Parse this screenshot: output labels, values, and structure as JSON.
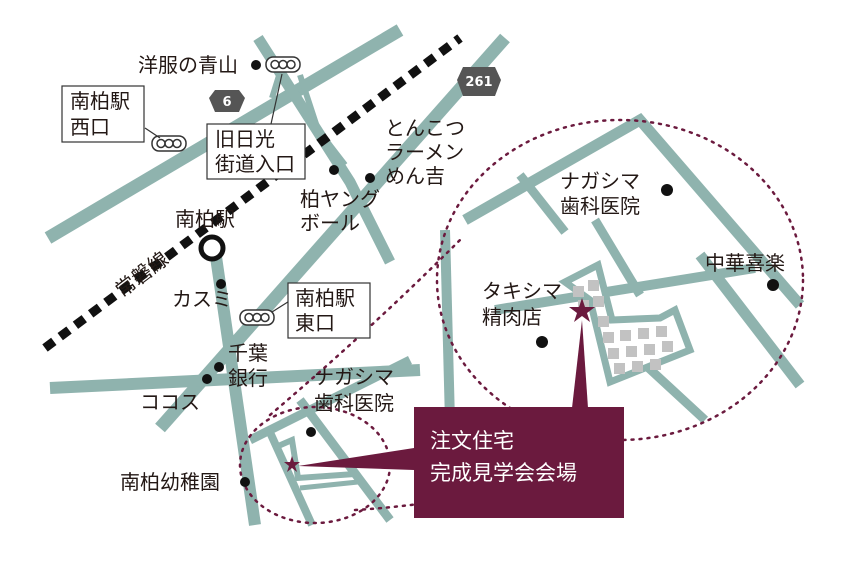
{
  "colors": {
    "road": "#8fb3ae",
    "rail": "#111111",
    "accent": "#6b1a3e",
    "building": "#c2c2c2",
    "label": "#231815"
  },
  "railway": {
    "name": "常磐線"
  },
  "station": {
    "name": "南柏駅"
  },
  "route_shields": {
    "r6": "6",
    "r261": "261"
  },
  "signals": {
    "west": {
      "line1": "南柏駅",
      "line2": "西口"
    },
    "kyunikko": {
      "line1": "旧日光",
      "line2": "街道入口"
    },
    "east": {
      "line1": "南柏駅",
      "line2": "東口"
    }
  },
  "landmarks": {
    "yofuku": "洋服の青山",
    "tonkotsu": {
      "line1": "とんこつ",
      "line2": "ラーメン",
      "line3": "めん吉"
    },
    "kashiwa_young": {
      "line1": "柏ヤング",
      "line2": "ボール"
    },
    "nagashima_upper": {
      "line1": "ナガシマ",
      "line2": "歯科医院"
    },
    "chukakiraku": "中華喜楽",
    "takishima": {
      "line1": "タキシマ",
      "line2": "精肉店"
    },
    "kasumi": "カスミ",
    "chiba_bank": {
      "line1": "千葉",
      "line2": "銀行"
    },
    "cocos": "ココス",
    "nagashima_lower": {
      "line1": "ナガシマ",
      "line2": "歯科医院"
    },
    "kindergarten": "南柏幼稚園"
  },
  "callout": {
    "line1": "注文住宅",
    "line2": "完成見学会会場"
  }
}
